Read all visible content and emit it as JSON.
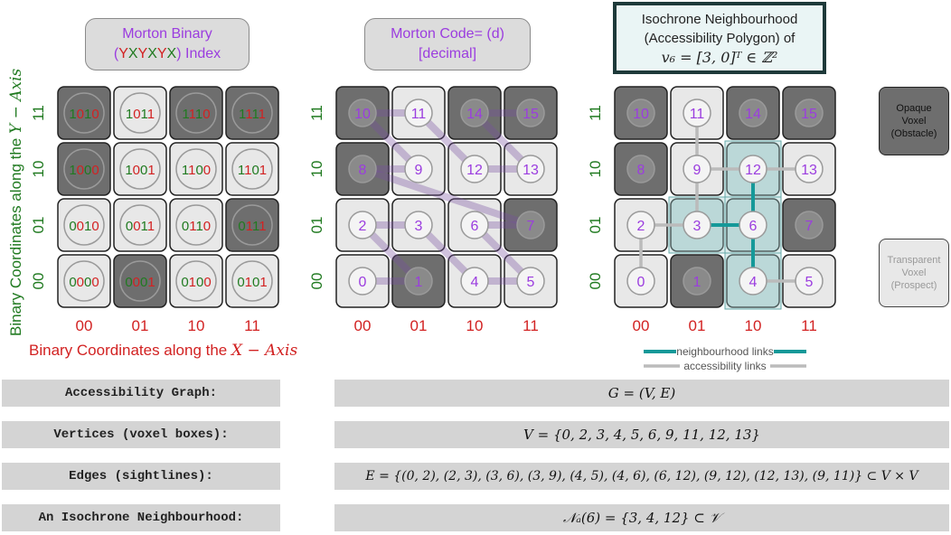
{
  "colors": {
    "purple": "#9b3ddf",
    "red": "#d22222",
    "green": "#207a20",
    "teal": "#159999",
    "light_gray": "#bbbbbb",
    "opaque": "#6e6e6e",
    "transparent": "#e8e8e8"
  },
  "panel1": {
    "title_line1": "Morton Binary",
    "title_y1": "Y",
    "title_x1": "X",
    "title_y2": "Y",
    "title_x2": "X",
    "title_y3": "Y",
    "title_x3": "X",
    "title_open": "(",
    "title_close": ")",
    "title_suffix": " Index",
    "binary_codes": [
      "0000",
      "0001",
      "0010",
      "0011",
      "0100",
      "0101",
      "0110",
      "0111",
      "1000",
      "1001",
      "1010",
      "1011",
      "1100",
      "1101",
      "1110",
      "1111"
    ]
  },
  "panel2": {
    "title_line1": "Morton Code= (d)",
    "title_line2": "[decimal]"
  },
  "panel3": {
    "title_line1": "Isochrone Neighbourhood",
    "title_line2": "(Accessibility Polygon) of",
    "title_line3": "v₆ = [3, 0]ᵀ ∈ ℤ²"
  },
  "grid": {
    "opaque_cells": [
      1,
      7,
      8,
      10,
      14,
      15
    ],
    "neighbourhood_cells": [
      3,
      4,
      6,
      12
    ],
    "morton_path": [
      0,
      1,
      2,
      3,
      4,
      5,
      6,
      7,
      8,
      9,
      10,
      11,
      12,
      13,
      14,
      15
    ],
    "accessibility_links": [
      [
        0,
        2
      ],
      [
        2,
        3
      ],
      [
        3,
        6
      ],
      [
        3,
        9
      ],
      [
        4,
        5
      ],
      [
        4,
        6
      ],
      [
        6,
        12
      ],
      [
        9,
        12
      ],
      [
        12,
        13
      ],
      [
        9,
        11
      ]
    ],
    "neighbourhood_links": [
      [
        3,
        6
      ],
      [
        4,
        6
      ],
      [
        6,
        12
      ]
    ]
  },
  "axes": {
    "x_ticks": [
      "00",
      "01",
      "10",
      "11"
    ],
    "y_ticks": [
      "00",
      "01",
      "10",
      "11"
    ],
    "x_label_text": "Binary Coordinates along the ",
    "x_label_math": "X − Axis",
    "y_label_text": "Binary Coordinates along the ",
    "y_label_math": "Y − Axis"
  },
  "legend": {
    "opaque_line1": "Opaque",
    "opaque_line2": "Voxel",
    "opaque_line3": "(Obstacle)",
    "transparent_line1": "Transparent",
    "transparent_line2": "Voxel",
    "transparent_line3": "(Prospect)",
    "neighbourhood_links": "neighbourhood links",
    "accessibility_links": "accessibility links"
  },
  "rows": [
    {
      "label": "Accessibility Graph:",
      "math": "G = (V, E)"
    },
    {
      "label": "Vertices (voxel boxes):",
      "math": "V = {0, 2, 3, 4, 5, 6, 9, 11, 12, 13}"
    },
    {
      "label": "Edges (sightlines):",
      "math": "E = {(0, 2), (2, 3), (3, 6), (3, 9), (4, 5), (4, 6), (6, 12), (9, 12), (12, 13), (9, 11)} ⊂ V × V"
    },
    {
      "label": "An Isochrone Neighbourhood:",
      "math": "𝒩ₐ(6) = {3, 4, 12} ⊂ 𝒱"
    }
  ]
}
